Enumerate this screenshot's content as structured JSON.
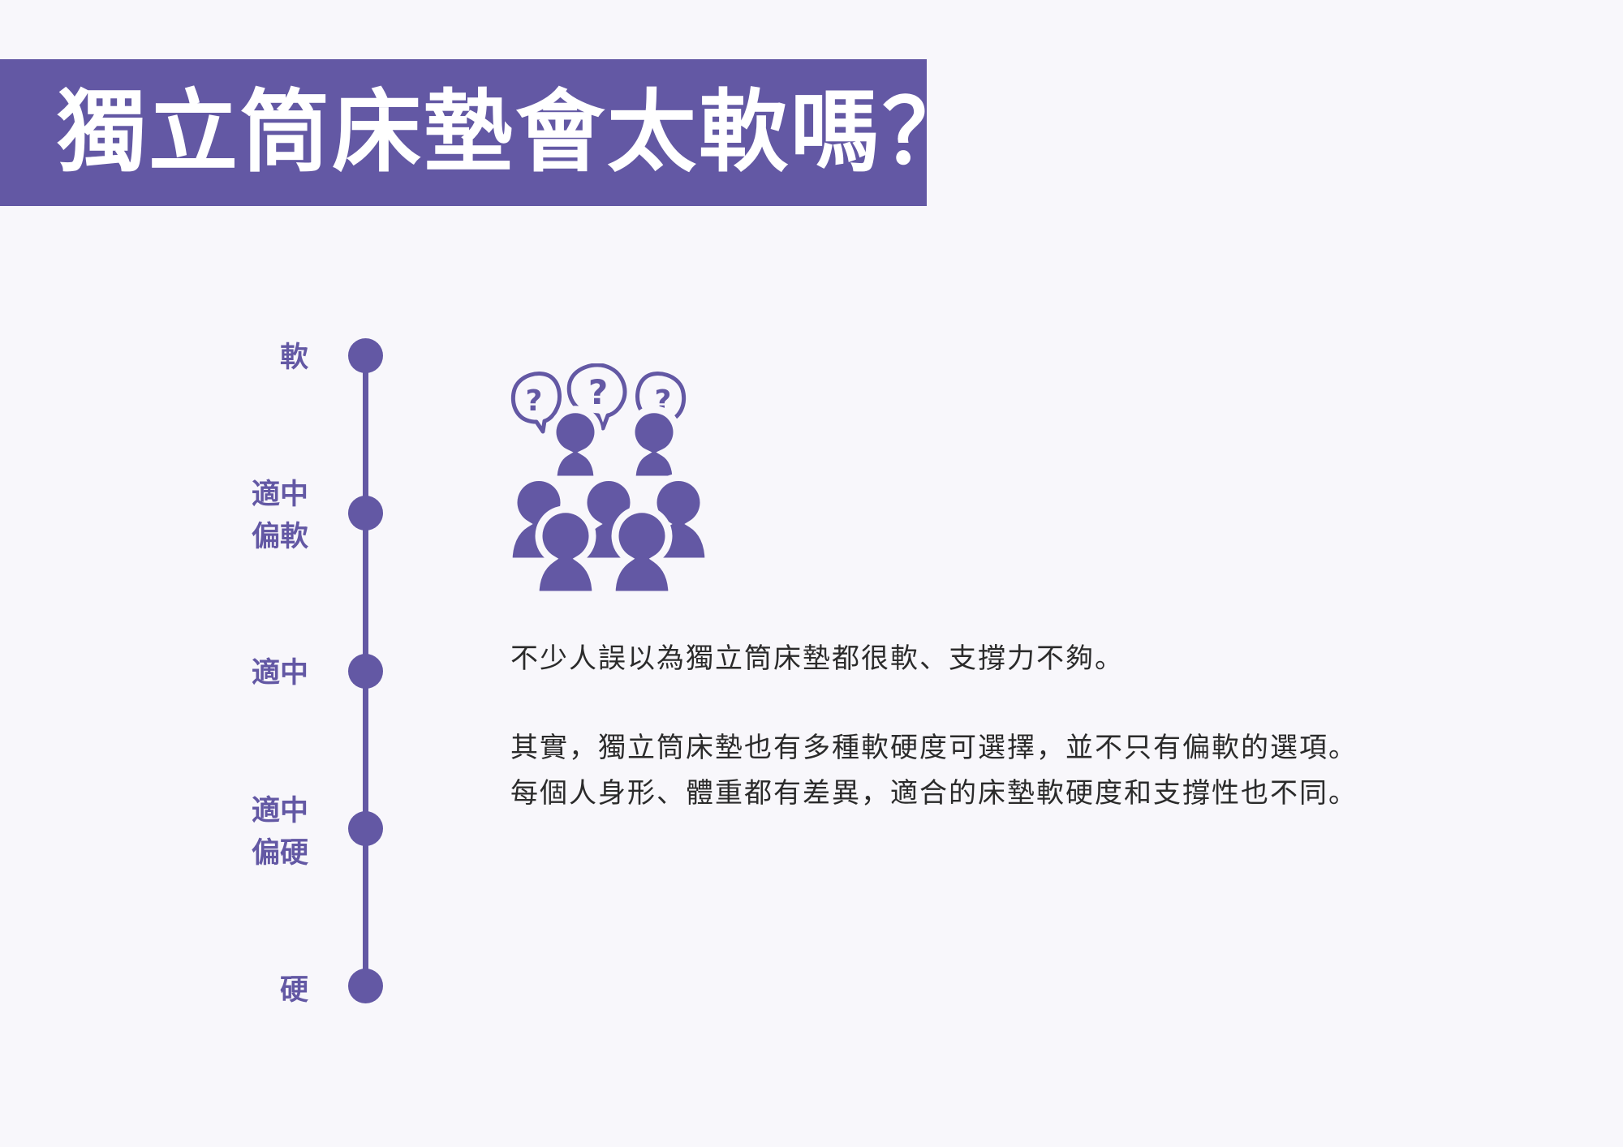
{
  "title": "獨立筒床墊會太軟嗎？",
  "scale": {
    "labels": [
      "軟",
      "適中\n偏軟",
      "適中",
      "適中\n偏硬",
      "硬"
    ]
  },
  "icon": "crowd-with-question-bubbles-icon",
  "colors": {
    "accent": "#6358a4",
    "background": "#f8f7fb",
    "text": "#2b2b2b"
  },
  "paragraphs": [
    "不少人誤以為獨立筒床墊都很軟、支撐力不夠。",
    "其實，獨立筒床墊也有多種軟硬度可選擇，並不只有偏軟的選項。",
    "每個人身形、體重都有差異，適合的床墊軟硬度和支撐性也不同。"
  ]
}
